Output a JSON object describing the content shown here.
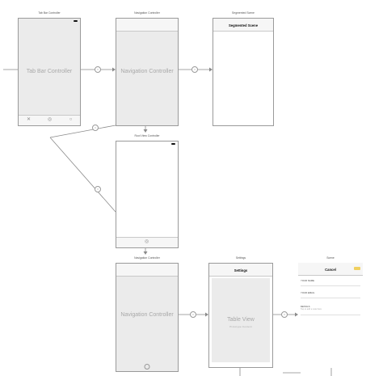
{
  "scenes": {
    "tabbar_controller": {
      "label": "Tab Bar Controller",
      "title": "Tab Bar Controller"
    },
    "nav_controller_1": {
      "label": "Navigation Controller",
      "title": "Navigation Controller"
    },
    "segmented_scene": {
      "label": "Segmented Scene",
      "nav_title": "Segmented Scene"
    },
    "root_view_controller": {
      "label": "Root View Controller"
    },
    "nav_controller_2": {
      "label": "Navigation Controller",
      "title": "Navigation Controller"
    },
    "settings": {
      "label": "Settings",
      "nav_title": "Settings",
      "center_title": "Table View",
      "center_sub": "Prototype Content"
    },
    "scene_form": {
      "label": "Scene",
      "nav_title": "Cancel",
      "fields": [
        {
          "label": "YOUR NAME",
          "sub": ""
        },
        {
          "label": "YOUR EMAIL",
          "sub": ""
        },
        {
          "label": "DETAILS",
          "sub": "Tap to add a note here"
        }
      ]
    }
  },
  "icons": {
    "tab_1": "wrench-icon",
    "tab_2": "people-icon",
    "tab_3": "circle-icon",
    "segue": "segue-icon"
  },
  "colors": {
    "placeholder_gray": "#ebebeb",
    "accent_yellow": "#f0d060",
    "border": "#9a9a9a"
  }
}
